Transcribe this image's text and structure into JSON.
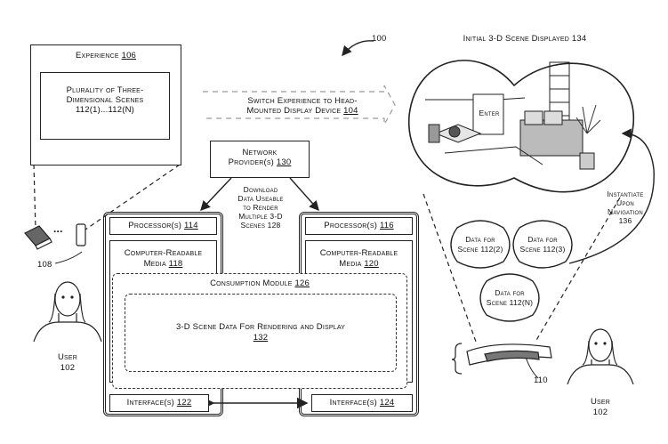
{
  "figure_ref": "100",
  "experience": {
    "label": "Experience",
    "ref": "106"
  },
  "scenes": {
    "line1": "Plurality of Three-",
    "line2": "Dimensional Scenes",
    "line3": "112(1)...112(N)"
  },
  "switch": {
    "line1": "Switch Experience to Head-",
    "line2": "Mounted Display Device",
    "ref": "104"
  },
  "network": {
    "line1": "Network",
    "line2": "Provider(s)",
    "ref": "130"
  },
  "download": {
    "line1": "Download",
    "line2": "Data Useable",
    "line3": "to Render",
    "line4": "Multiple 3-D",
    "line5": "Scenes 128"
  },
  "left_device": {
    "processor": "Processor(s)",
    "processor_ref": "114",
    "media1": "Computer-Readable",
    "media2": "Media",
    "media_ref": "118",
    "interface": "Interface(s)",
    "interface_ref": "122"
  },
  "right_device": {
    "processor": "Processor(s)",
    "processor_ref": "116",
    "media1": "Computer-Readable",
    "media2": "Media",
    "media_ref": "120",
    "interface": "Interface(s)",
    "interface_ref": "124"
  },
  "consumption": {
    "label": "Consumption Module",
    "ref": "126"
  },
  "scene_data": {
    "label": "3-D Scene Data For Rendering and Display",
    "ref": "132"
  },
  "device_ref": "108",
  "ellipsis": "...",
  "user_left": {
    "label": "User",
    "ref": "102"
  },
  "user_right": {
    "label": "User",
    "ref": "102"
  },
  "initial_scene": {
    "label": "Initial 3-D Scene Displayed",
    "ref": "134"
  },
  "enter_label": "Enter",
  "instantiate": {
    "line1": "Instantiate",
    "line2": "Upon",
    "line3": "Navigation",
    "ref": "136"
  },
  "data_blobs": [
    {
      "line1": "Data for",
      "line2": "Scene 112(2)"
    },
    {
      "line1": "Data for",
      "line2": "Scene 112(3)"
    },
    {
      "line1": "Data for",
      "line2": "Scene 112(N)"
    }
  ],
  "hmd_ref": "110"
}
